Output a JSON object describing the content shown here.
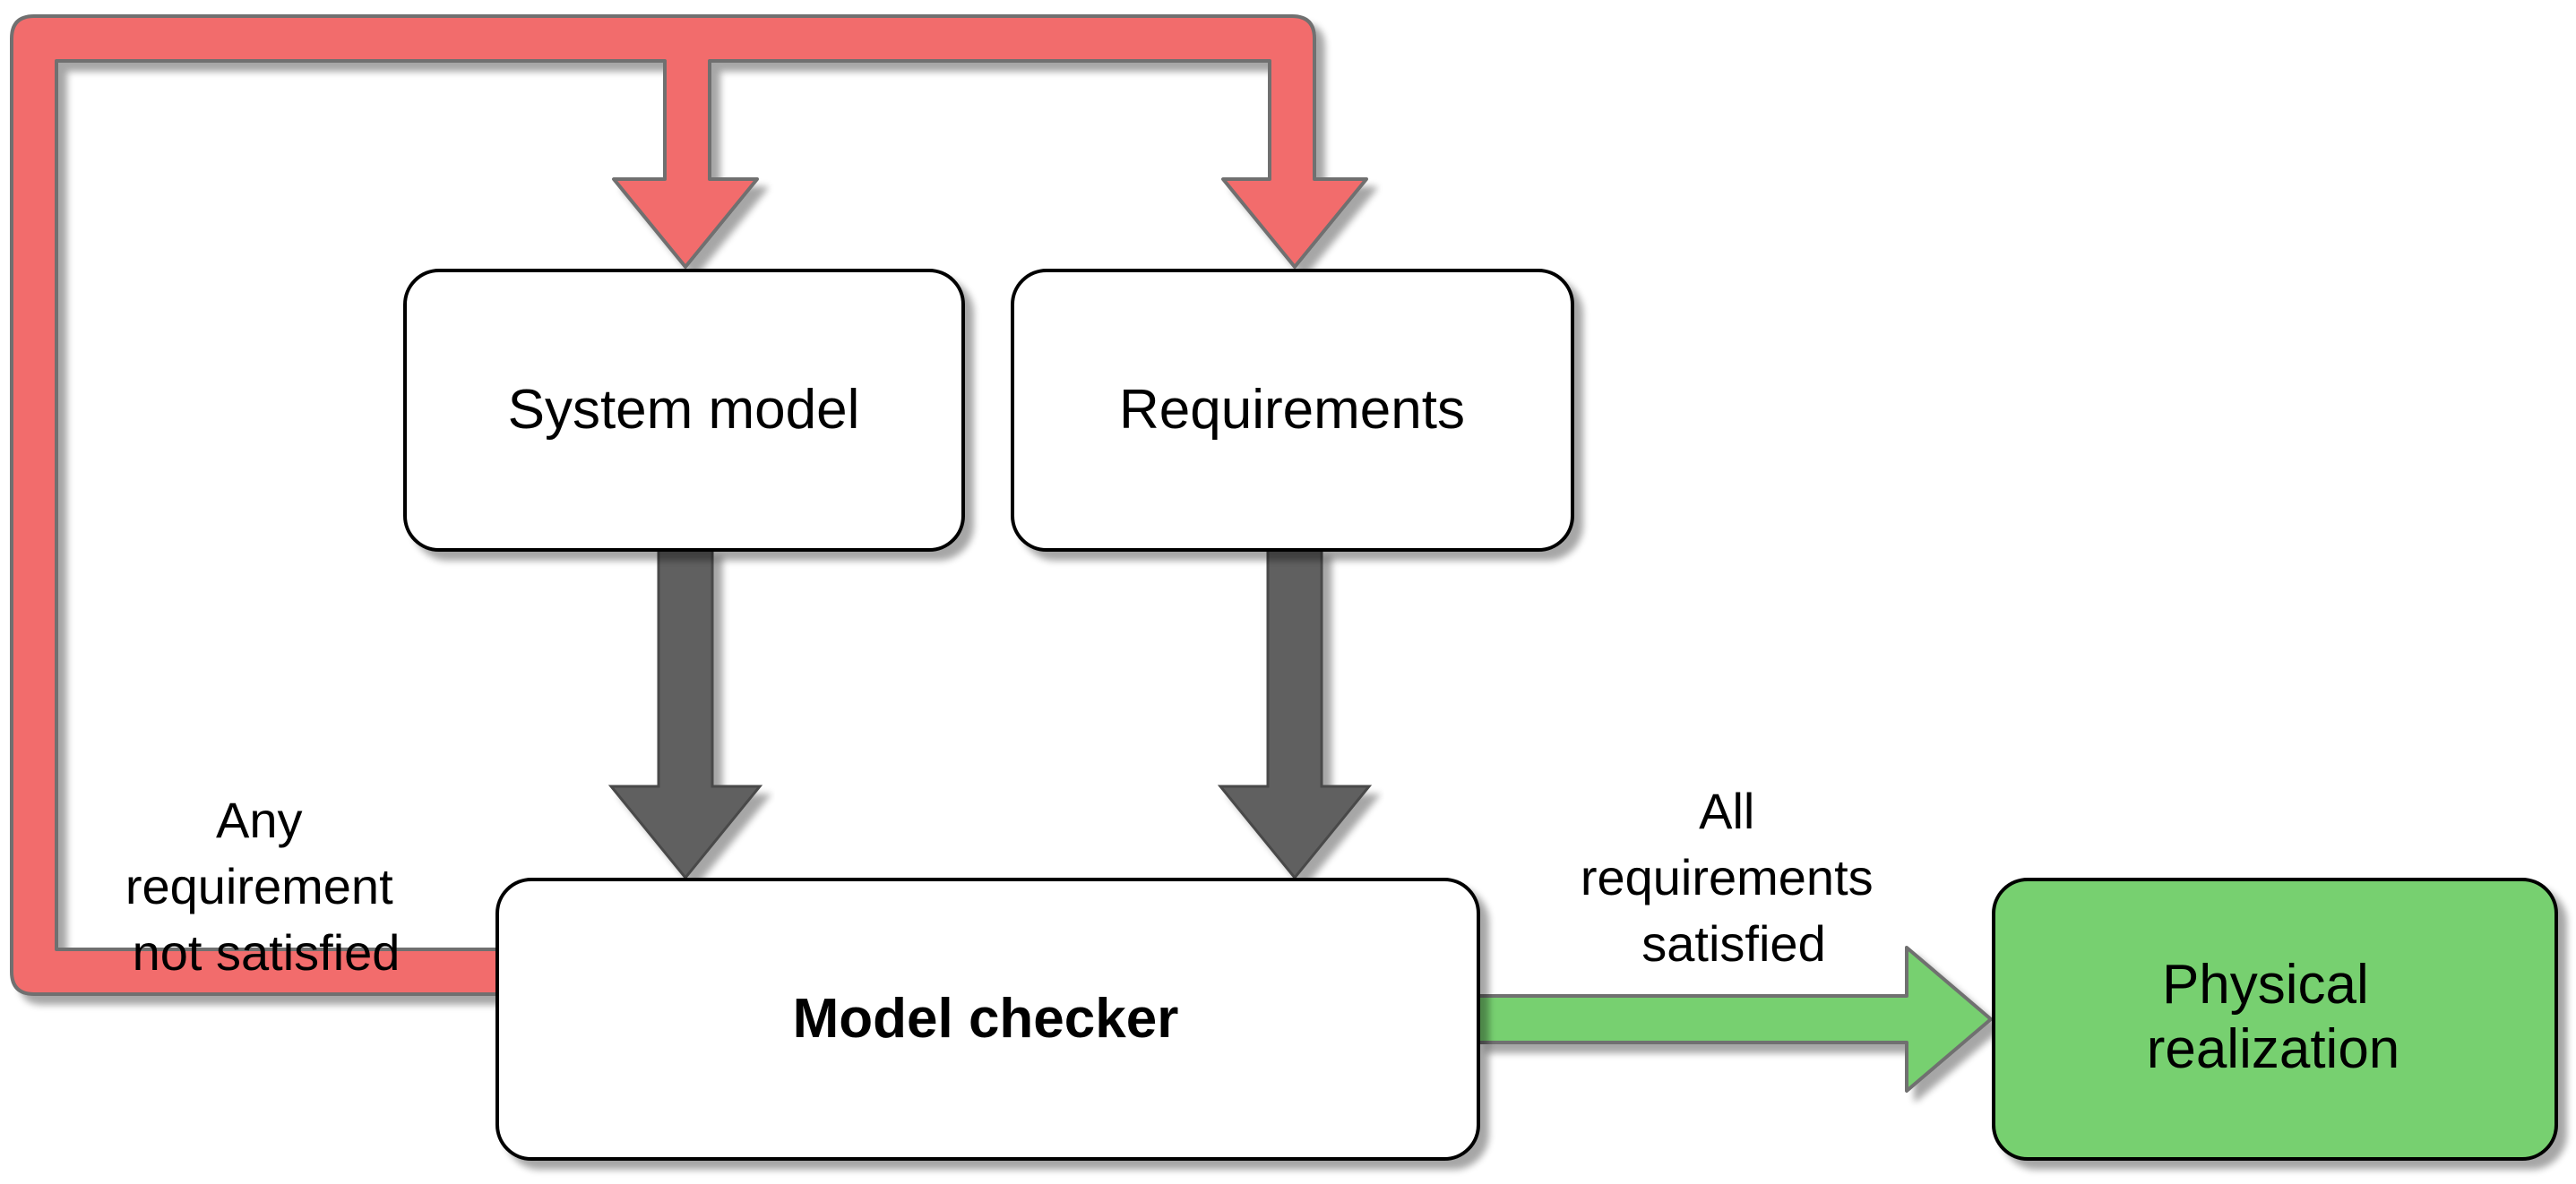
{
  "nodes": {
    "system_model": {
      "label": "System model"
    },
    "requirements": {
      "label": "Requirements"
    },
    "model_checker": {
      "label": "Model checker"
    },
    "physical_realization": {
      "label_lines": [
        "Physical",
        "realization"
      ]
    }
  },
  "edges": {
    "failure_feedback": {
      "label_lines": [
        "Any",
        "requirement",
        "not satisfied"
      ],
      "color": "#f26c6c"
    },
    "success": {
      "label_lines": [
        "All",
        "requirements",
        "satisfied"
      ],
      "color": "#77d070"
    },
    "inputs": {
      "color": "#606060"
    }
  },
  "colors": {
    "node_fill": "#ffffff",
    "node_stroke": "#000000",
    "success_node_fill": "#77d070",
    "shadow": "#b8b8b8"
  }
}
